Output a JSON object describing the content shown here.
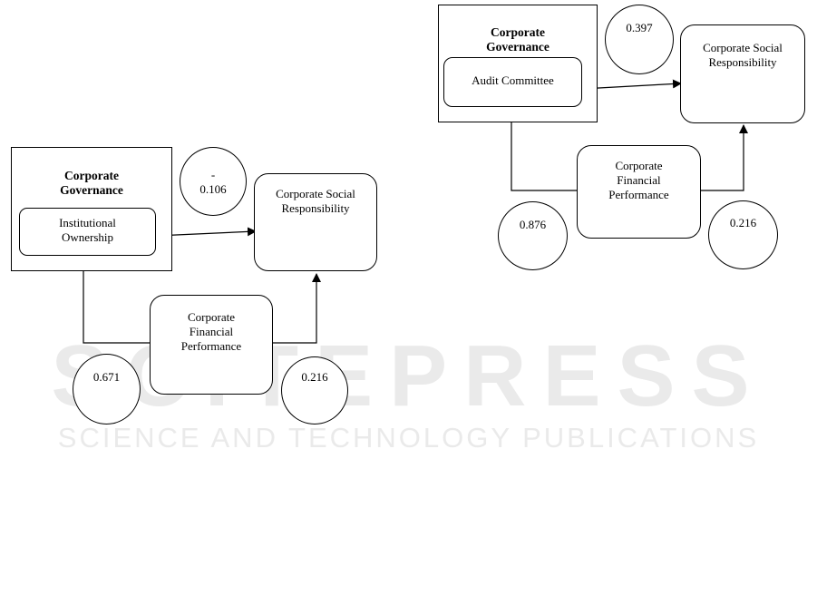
{
  "watermark": {
    "main": "SCITEPRESS",
    "sub": "SCIENCE AND TECHNOLOGY PUBLICATIONS"
  },
  "left_model": {
    "governance_title": "Corporate\nGovernance",
    "independent_var": "Institutional\nOwnership",
    "mediator": "Corporate\nFinancial\nPerformance",
    "dependent_var": "Corporate Social\nResponsibility",
    "coef_direct": "-\n0.106",
    "coef_to_mediator": "0.671",
    "coef_mediator_to_dv": "0.216"
  },
  "right_model": {
    "governance_title": "Corporate\nGovernance",
    "independent_var": "Audit Committee",
    "mediator": "Corporate\nFinancial\nPerformance",
    "dependent_var": "Corporate Social\nResponsibility",
    "coef_direct": "0.397",
    "coef_to_mediator": "0.876",
    "coef_mediator_to_dv": "0.216"
  }
}
